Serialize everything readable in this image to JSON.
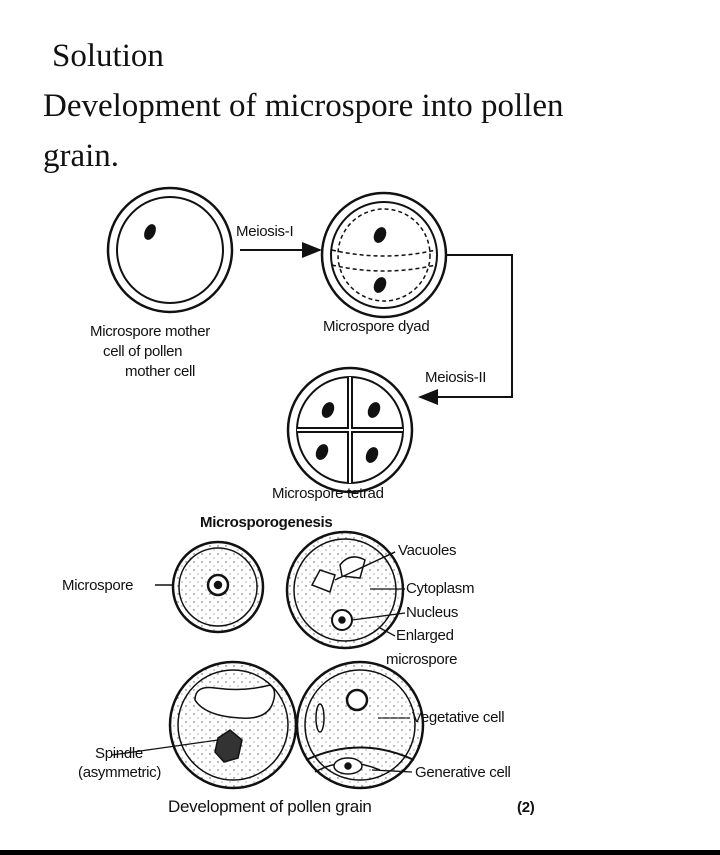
{
  "heading": "Solution",
  "answer_line1": "Development of microspore into pollen",
  "answer_line2": "grain.",
  "diagram": {
    "meiosis1": "Meiosis-I",
    "meiosis2": "Meiosis-II",
    "mmc_1": "Microspore mother",
    "mmc_2": "cell of pollen",
    "mmc_3": "mother cell",
    "dyad": "Microspore dyad",
    "tetrad": "Microspore tetrad",
    "section1": "Microsporogenesis",
    "microspore": "Microspore",
    "vacuoles": "Vacuoles",
    "cytoplasm": "Cytoplasm",
    "nucleus": "Nucleus",
    "enlarged_1": "Enlarged",
    "enlarged_2": "microspore",
    "spindle_1": "Spindle",
    "spindle_2": "(asymmetric)",
    "vegetative": "Vegetative cell",
    "generative": "Generative cell",
    "caption": "Development of pollen grain",
    "marks": "(2)"
  }
}
